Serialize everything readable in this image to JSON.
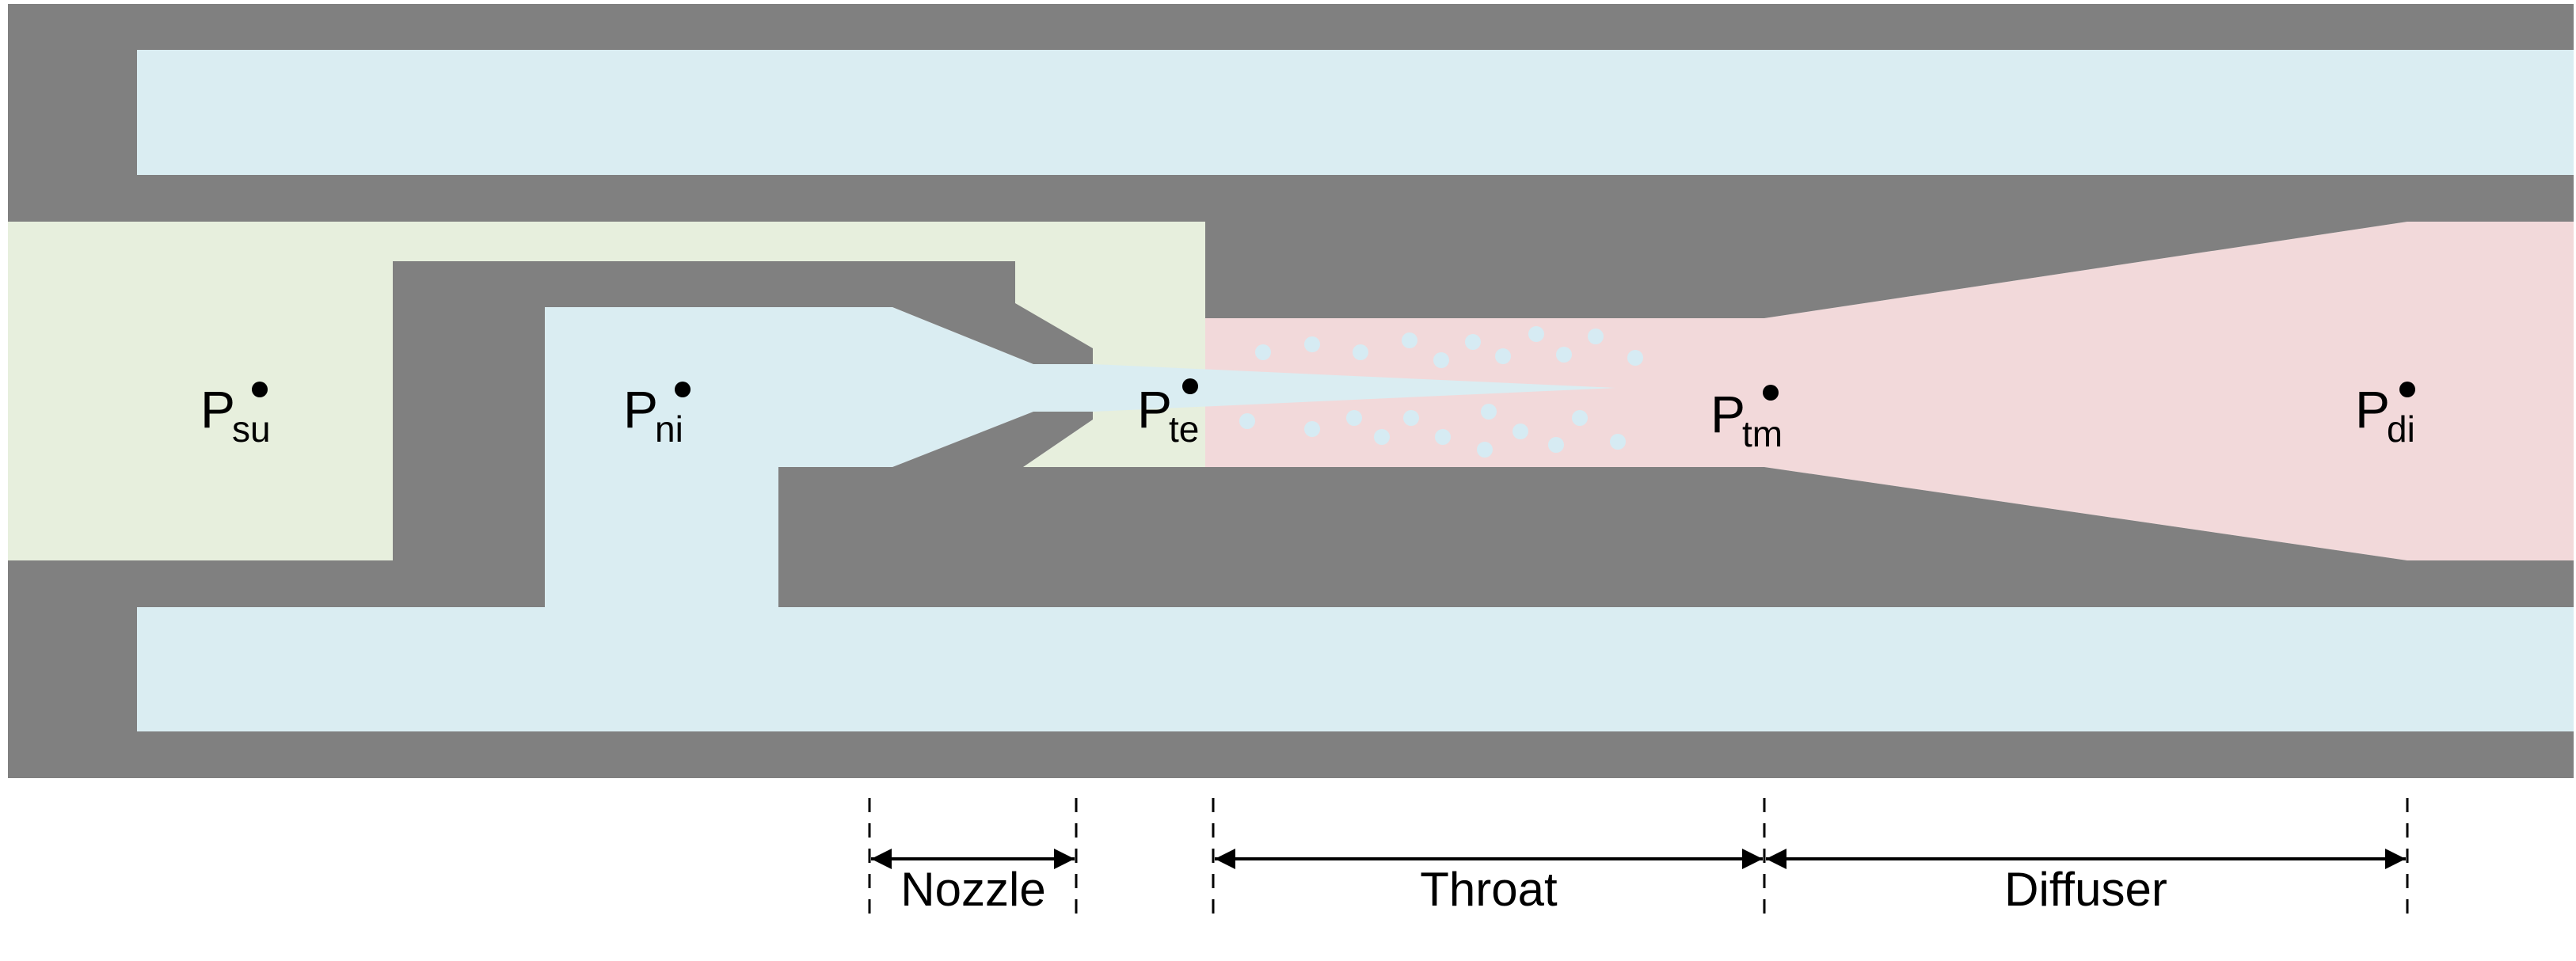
{
  "colors": {
    "wall": "#808080",
    "secondary_fluid": "#e7efdd",
    "primary_fluid": "#daedf2",
    "mixed_fluid": "#f2d9da",
    "droplets": "#d6ebf3",
    "ink": "#000000"
  },
  "points": {
    "p_su": {
      "main": "P",
      "sub": "su"
    },
    "p_ni": {
      "main": "P",
      "sub": "ni"
    },
    "p_te": {
      "main": "P",
      "sub": "te"
    },
    "p_tm": {
      "main": "P",
      "sub": "tm"
    },
    "p_di": {
      "main": "P",
      "sub": "di"
    }
  },
  "regions": {
    "nozzle": "Nozzle",
    "throat": "Throat",
    "diffuser": "Diffuser"
  }
}
